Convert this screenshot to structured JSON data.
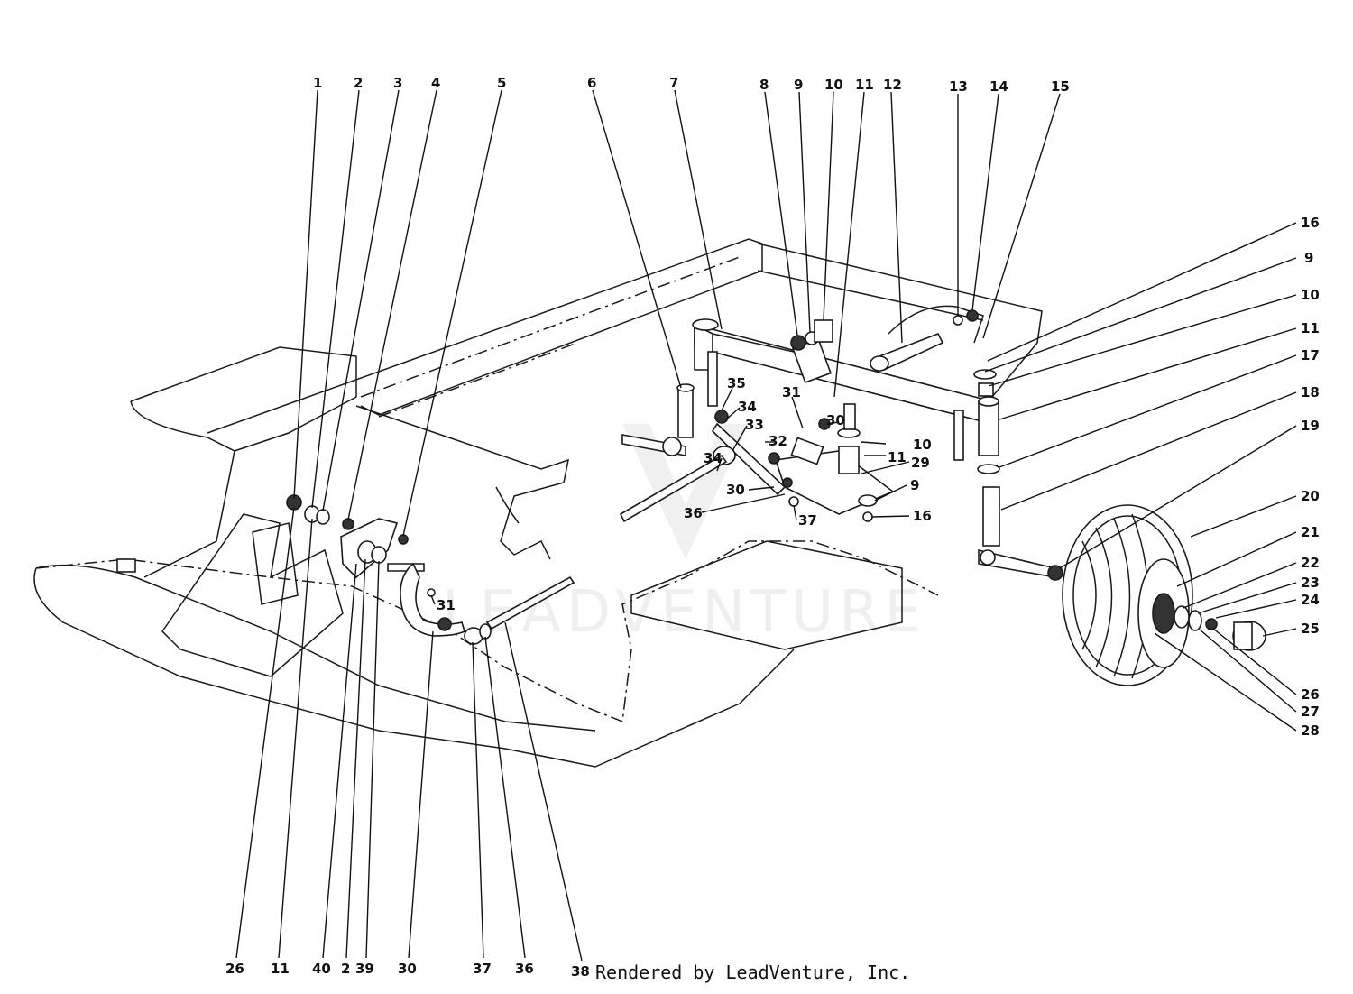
{
  "watermark": "LEADVENTURE",
  "credit": "Rendered by LeadVenture, Inc.",
  "callouts": {
    "c1": "1",
    "c2": "2",
    "c3": "3",
    "c4": "4",
    "c5": "5",
    "c6": "6",
    "c7": "7",
    "c8": "8",
    "c9": "9",
    "c10": "10",
    "c11": "11",
    "c12": "12",
    "c13": "13",
    "c14": "14",
    "c15": "15",
    "r16": "16",
    "r9": "9",
    "r10": "10",
    "r11": "11",
    "r17": "17",
    "r18": "18",
    "r19": "19",
    "r20": "20",
    "r21": "21",
    "r22": "22",
    "r23": "23",
    "r24": "24",
    "r25": "25",
    "r26": "26",
    "r27": "27",
    "r28": "28",
    "m35": "35",
    "m34a": "34",
    "m33": "33",
    "m32": "32",
    "m31": "31",
    "m30a": "30",
    "m10": "10",
    "m11": "11",
    "m29": "29",
    "m9": "9",
    "m16": "16",
    "m34b": "34",
    "m30b": "30",
    "m36": "36",
    "m37": "37",
    "l31": "31",
    "b26": "26",
    "b11": "11",
    "b40": "40",
    "b2": "2",
    "b39": "39",
    "b30": "30",
    "b37": "37",
    "b36": "36",
    "b38": "38"
  }
}
